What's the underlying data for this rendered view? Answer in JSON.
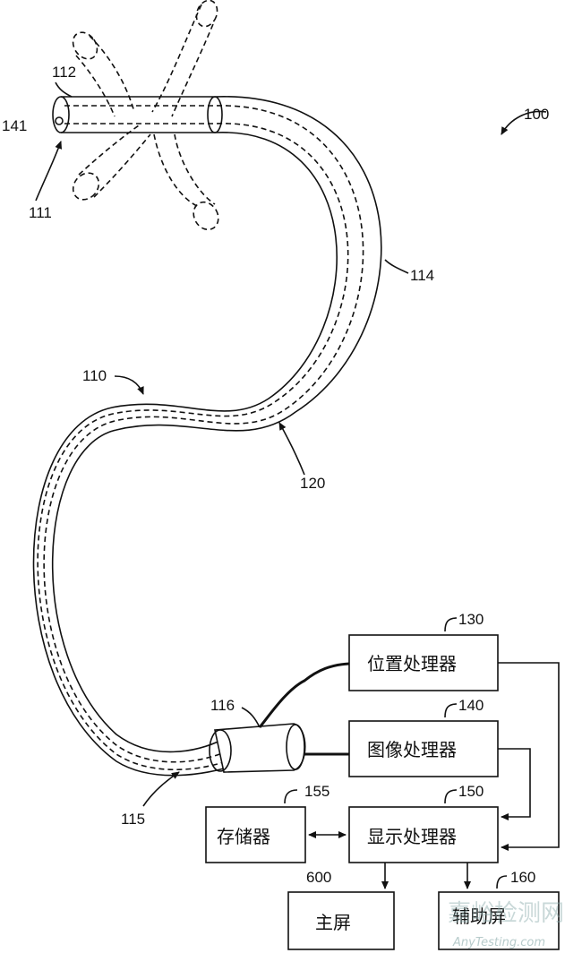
{
  "refs": {
    "r100": "100",
    "r110": "110",
    "r111": "111",
    "r112": "112",
    "r114": "114",
    "r115": "115",
    "r116": "116",
    "r120": "120",
    "r141": "141"
  },
  "boxes": {
    "position_processor": {
      "label": "位置处理器",
      "ref": "130"
    },
    "image_processor": {
      "label": "图像处理器",
      "ref": "140"
    },
    "display_processor": {
      "label": "显示处理器",
      "ref": "150"
    },
    "memory": {
      "label": "存储器",
      "ref": "155"
    },
    "main_screen": {
      "label": "主屏",
      "ref": "600"
    },
    "aux_screen": {
      "label": "辅助屏",
      "ref": "160"
    }
  },
  "watermark": {
    "main": "嘉峪检测网",
    "sub": "AnyTesting.com"
  }
}
